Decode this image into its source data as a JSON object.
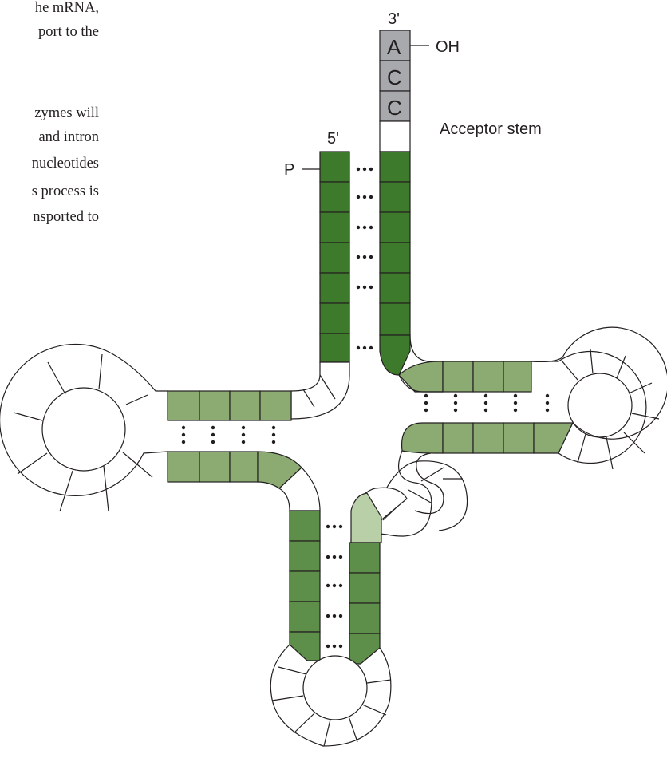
{
  "cropped_text": {
    "block1": [
      "he mRNA,",
      "port to the"
    ],
    "block2": [
      "zymes will",
      "and intron",
      "nucleotides",
      "s process is",
      "nsported to"
    ]
  },
  "diagram": {
    "end_3_label": "3'",
    "end_5_label": "5'",
    "oh_label": "OH",
    "p_label": "P",
    "acceptor_label": "Acceptor stem",
    "cca": [
      "A",
      "C",
      "C"
    ]
  },
  "colors": {
    "dark_green": "#3e7a2c",
    "mid_green": "#5e8f4a",
    "light_green": "#8bab73",
    "pale_green": "#b9cfa8",
    "gray": "#a7a9ac",
    "outline": "#231f20"
  }
}
